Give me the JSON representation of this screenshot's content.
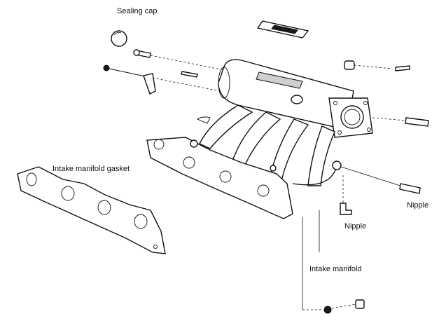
{
  "labels": {
    "sealing_cap": "Sealing cap",
    "intake_manifold_gasket": "Intake manifold gasket",
    "nipple_right": "Nipple",
    "nipple_mid": "Nipple",
    "intake_manifold": "Intake manifold"
  },
  "colors": {
    "line": "#111111",
    "background": "#ffffff",
    "shade": "#cfcfcf"
  }
}
